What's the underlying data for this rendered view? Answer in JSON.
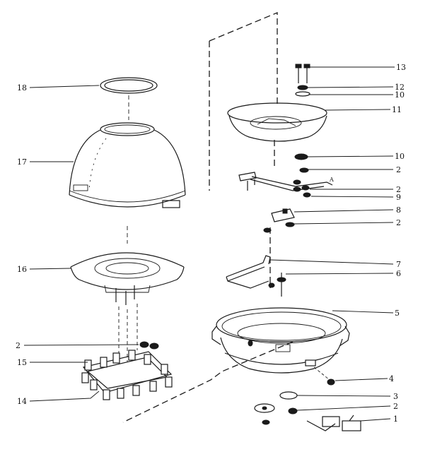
{
  "callouts": [
    "18",
    "17",
    "16",
    "2",
    "15",
    "14",
    "13",
    "12",
    "10",
    "11",
    "10",
    "2",
    "2",
    "9",
    "8",
    "2",
    "7",
    "6",
    "5",
    "4",
    "3",
    "2",
    "1"
  ],
  "bracket_mark": "A",
  "colors": {
    "ink": "#1a1a1a",
    "paper": "#ffffff"
  }
}
